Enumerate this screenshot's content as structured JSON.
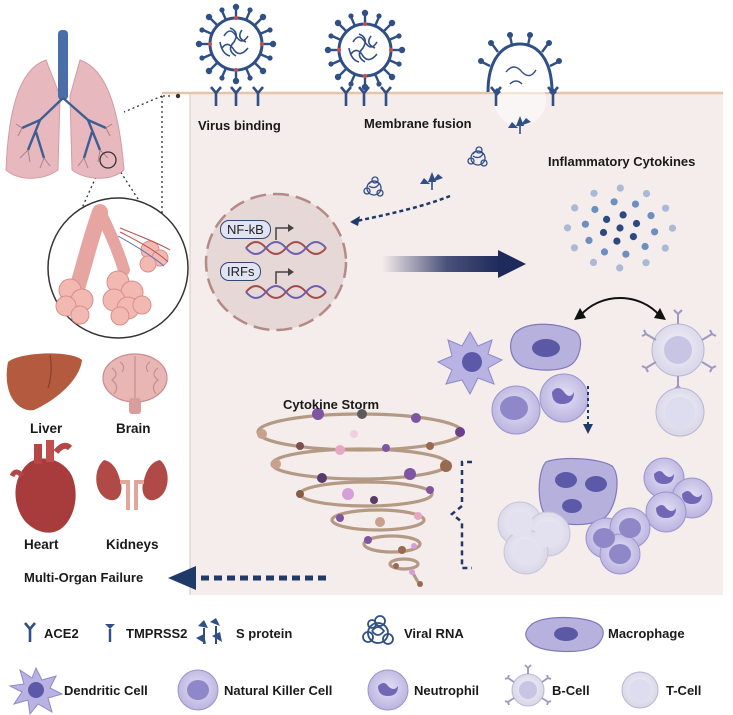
{
  "diagram": {
    "labels": {
      "virus_binding": "Virus binding",
      "membrane_fusion": "Membrane fusion",
      "inflammatory_cytokines": "Inflammatory Cytokines",
      "cytokine_storm": "Cytokine Storm",
      "multi_organ_failure": "Multi-Organ Failure",
      "nfkb": "NF-kB",
      "irfs": "IRFs"
    },
    "organs": [
      {
        "name": "Liver",
        "icon": "liver-icon"
      },
      {
        "name": "Brain",
        "icon": "brain-icon"
      },
      {
        "name": "Heart",
        "icon": "heart-icon"
      },
      {
        "name": "Kidneys",
        "icon": "kidneys-icon"
      }
    ],
    "legend": {
      "row1": [
        {
          "label": "ACE2",
          "icon": "ace2-receptor-icon"
        },
        {
          "label": "TMPRSS2",
          "icon": "tmprss2-icon"
        },
        {
          "label": "S protein",
          "icon": "s-protein-icon"
        },
        {
          "label": "Viral RNA",
          "icon": "viral-rna-icon"
        },
        {
          "label": "Macrophage",
          "icon": "macrophage-icon"
        }
      ],
      "row2": [
        {
          "label": "Dendritic Cell",
          "icon": "dendritic-cell-icon"
        },
        {
          "label": "Natural Killer Cell",
          "icon": "nk-cell-icon"
        },
        {
          "label": "Neutrophil",
          "icon": "neutrophil-icon"
        },
        {
          "label": "B-Cell",
          "icon": "b-cell-icon"
        },
        {
          "label": "T-Cell",
          "icon": "t-cell-icon"
        }
      ]
    },
    "colors": {
      "panel": "#f5ecec",
      "navy": "#1f3a68",
      "virus": "#2f4f86",
      "cell": "#c9c3e6",
      "organ": "#b5524f"
    }
  }
}
